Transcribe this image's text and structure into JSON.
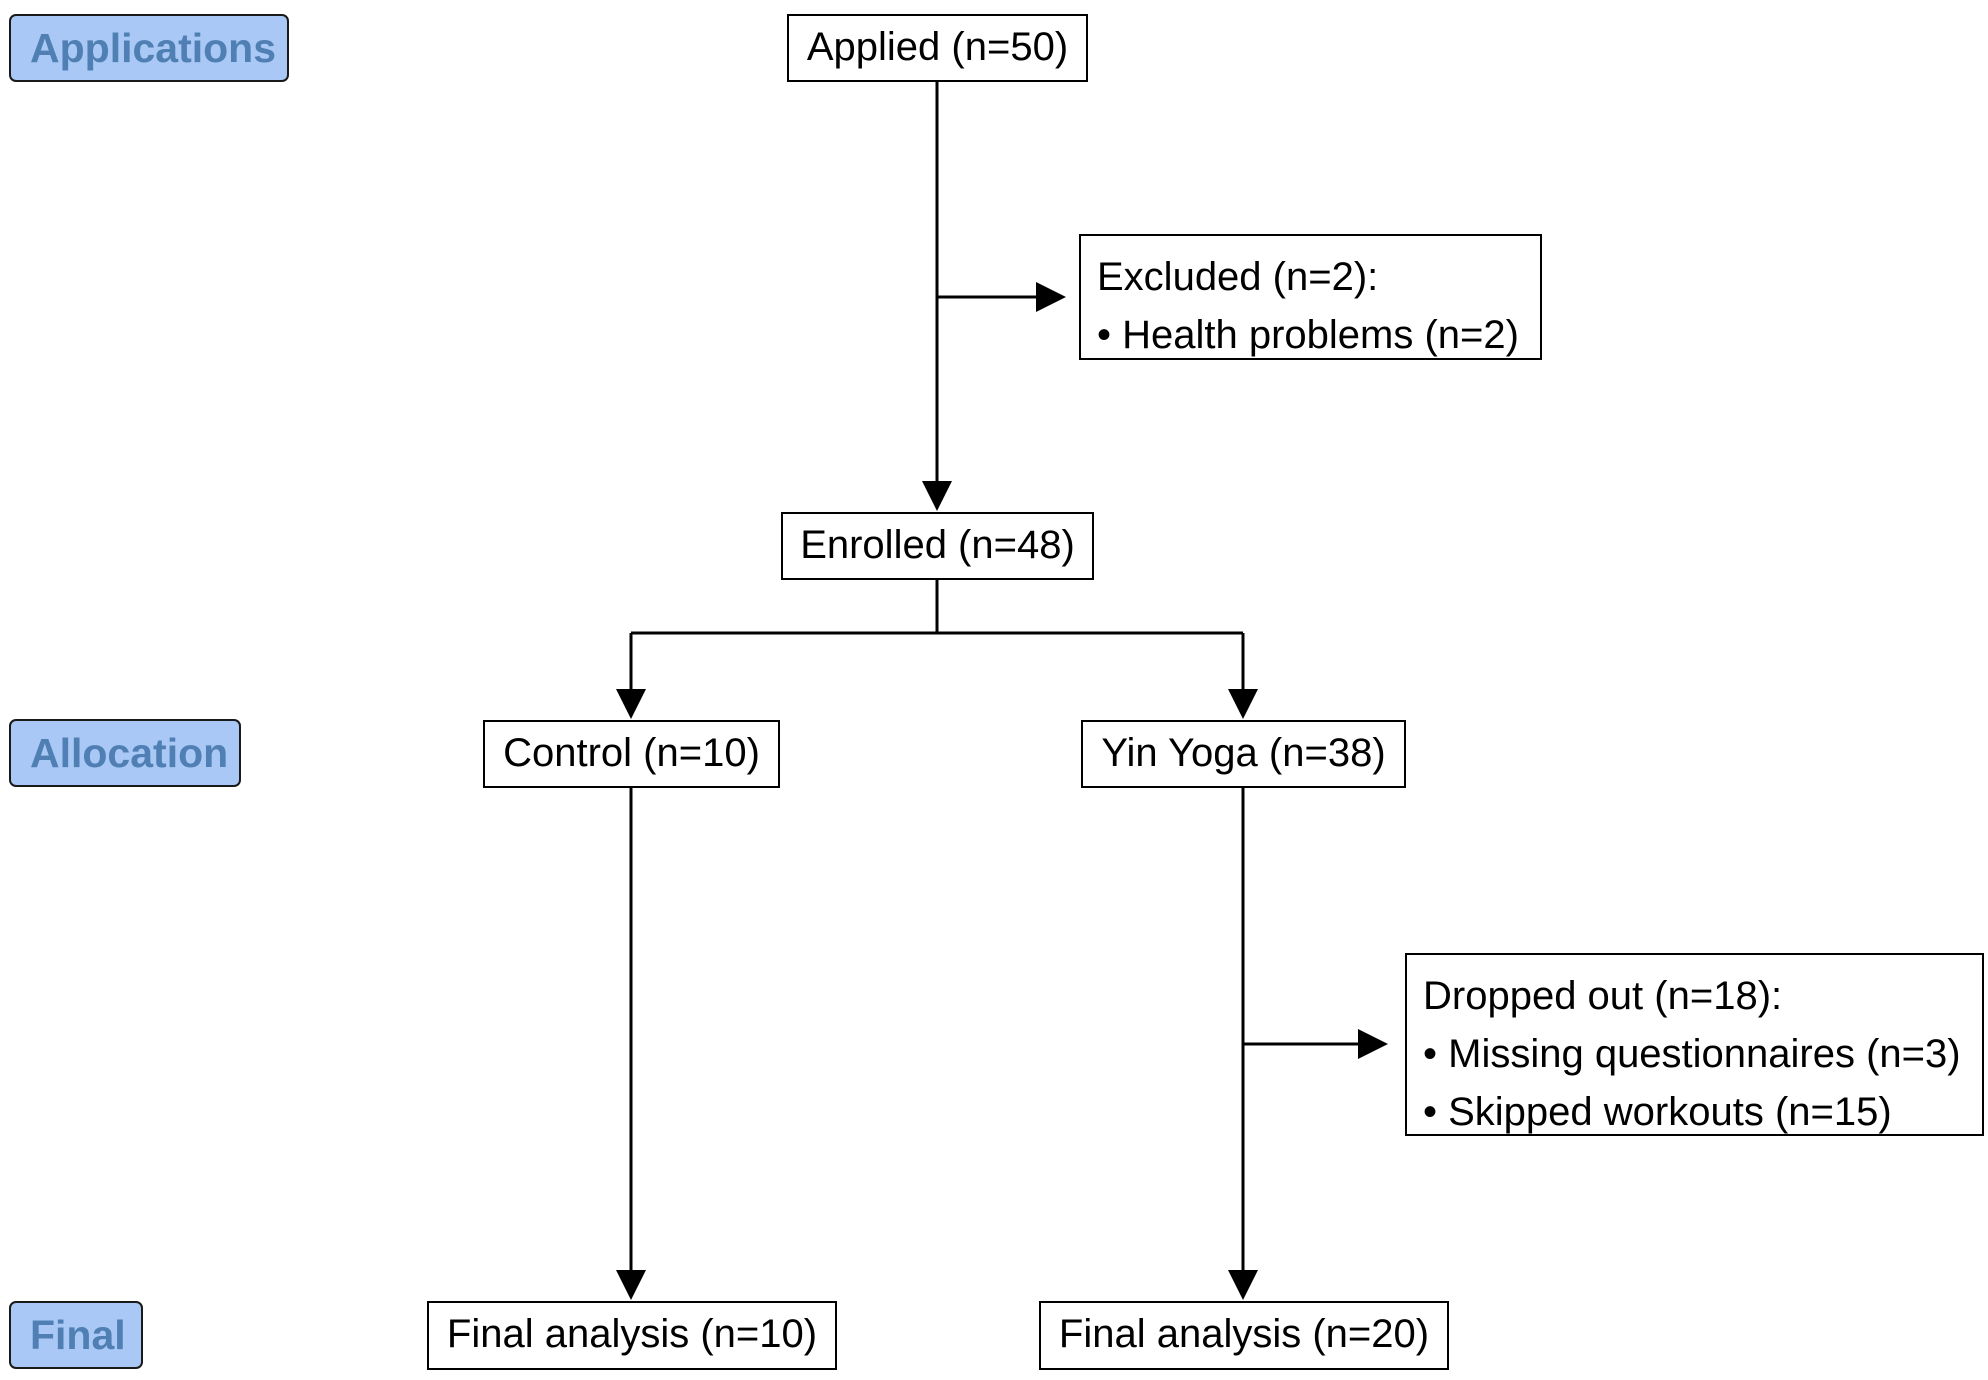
{
  "stages": {
    "applications": "Applications",
    "allocation": "Allocation",
    "final": "Final"
  },
  "nodes": {
    "applied": "Applied (n=50)",
    "excluded": {
      "title": "Excluded (n=2):",
      "items": [
        "• Health problems (n=2)"
      ]
    },
    "enrolled": "Enrolled (n=48)",
    "control": "Control (n=10)",
    "yin_yoga": "Yin Yoga (n=38)",
    "dropped_out": {
      "title": "Dropped out (n=18):",
      "items": [
        "• Missing questionnaires (n=3)",
        "• Skipped workouts (n=15)"
      ]
    },
    "final_control": "Final analysis (n=10)",
    "final_yoga": "Final analysis (n=20)"
  },
  "colors": {
    "stage_fill": "#a9c8f5",
    "stage_text": "#4f7fb3",
    "line": "#000000"
  }
}
